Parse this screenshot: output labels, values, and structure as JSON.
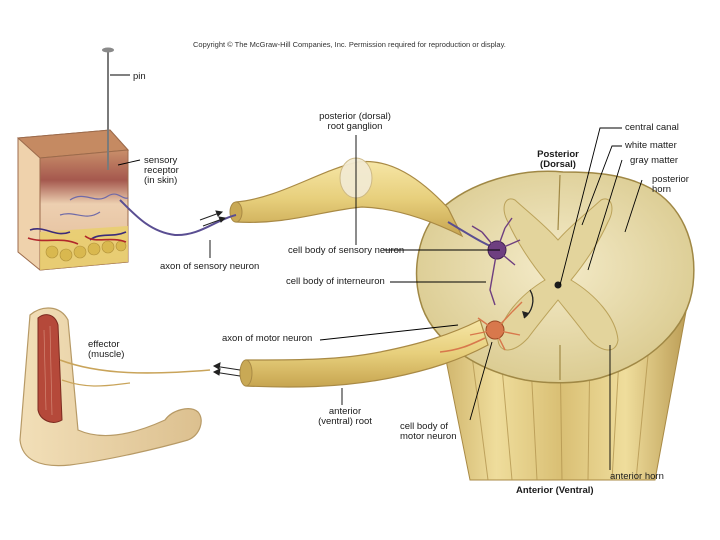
{
  "copyright": "Copyright © The McGraw-Hill Companies, Inc. Permission required for reproduction or display.",
  "labels": {
    "pin": "pin",
    "sensory_receptor": [
      "sensory",
      "receptor",
      "(in skin)"
    ],
    "axon_sensory": "axon of sensory neuron",
    "posterior_root_ganglion": [
      "posterior (dorsal)",
      "root ganglion"
    ],
    "cell_body_sensory": "cell body of sensory neuron",
    "cell_body_interneuron": "cell body of interneuron",
    "posterior_dorsal": [
      "Posterior",
      "(Dorsal)"
    ],
    "central_canal": "central canal",
    "white_matter": "white matter",
    "gray_matter": "gray matter",
    "posterior_horn": [
      "posterior",
      "horn"
    ],
    "effector": [
      "effector",
      "(muscle)"
    ],
    "axon_motor": "axon of motor neuron",
    "anterior_root": [
      "anterior",
      "(ventral) root"
    ],
    "cell_body_motor": [
      "cell body of",
      "motor neuron"
    ],
    "anterior_horn": "anterior horn",
    "anterior_ventral": "Anterior (Ventral)"
  },
  "colors": {
    "nerve": "#e7cf7c",
    "nerve_dark": "#b8963c",
    "white_matter": "#f0e6c0",
    "gray_matter": "#e0d29a",
    "sensory_neuron": "#6e3f80",
    "motor_neuron": "#d8784c",
    "skin": "#e9c9a2",
    "muscle": "#b5493a",
    "leader": "#000000"
  }
}
